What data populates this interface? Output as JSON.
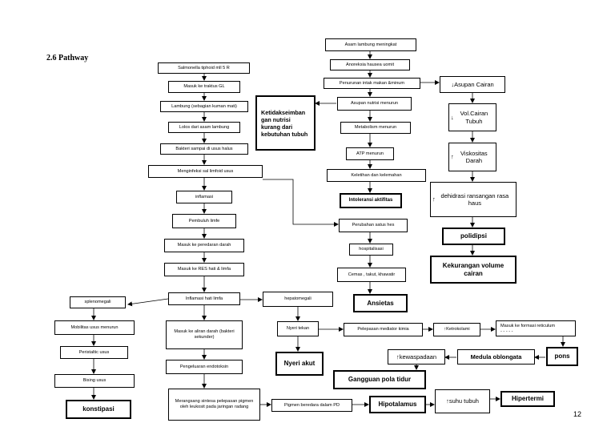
{
  "heading": "2.6 Pathway",
  "page_number": "12",
  "nodes": {
    "salmonella": "Salmonella tiphoid mll 5 R",
    "traktus": "Masuk ke traktus GL",
    "lambung": "Lambung (sebagian kuman mati)",
    "lolos": "Lolos dari asam lambung",
    "usus_halus": "Bakteri sampai di usus halus",
    "limfoid": "Menginfeksi sal limfoid usus",
    "inflamasi": "inflamasi",
    "pembuluh": "Pembuluh limfe",
    "peredaran": "Masuk ke peredaran darah",
    "res": "Masuk ke RES hati & limfa",
    "inflamasi_hati": "Inflamasi hati limfa",
    "splenomegali": "splenomegali",
    "mobilitas": "Mobilitas usus menurun",
    "peristaltic": "Peristaltic usus",
    "bising": "Bising usus",
    "konstipasi": "konstipasi",
    "aliran_darah": "Masuk ke aliran darah (bakteri sekunder)",
    "endotoksin": "Pengeluaran endotoksin",
    "merangsang": "Merangsang sintesa pelepasan pigmen oleh leukosit pada jaringan radang",
    "pigmen": "Pigmen beredara dalam PD",
    "hipotalamus": "Hipotalamus",
    "suhu": "suhu tubuh",
    "hipertermi": "Hipertermi",
    "hepatomegali": "hepatomegali",
    "nyeri_tekan": "Nyeri tekan",
    "nyeri_akut": "Nyeri akut",
    "mediator": "Pelepasan mediator kimia",
    "ketrokolami": "Ketrokolami",
    "formasi": "Masuk ke formasi reticulum",
    "formasi_dots": "- - - - -",
    "pons": "pons",
    "medula": "Medula oblongata",
    "kewaspadaan": "kewaspadaan",
    "gangguan": "Gangguan pola tidur",
    "asam": "Asam lambung meningkat",
    "anoreksia": "Anoreksia hausea uomit",
    "penurunan": "Penurunan intak makan &minum",
    "asupan_nutrisi": "Asupan nutrisi menurun",
    "metabolism": "Metabolism menurun",
    "atp": "ATP menurun",
    "keletihan": "Keletihan dan kelemahan",
    "intoleransi": "Intoleransi aktifitas",
    "perubahan": "Perubahan satus hes",
    "hospitalisasi": "hospitalisasi",
    "cemas": "Cemas , takut, khawatir",
    "ansietas": "Ansietas",
    "ketidakseimbangan": "Ketidakseimban gan nutrisi kurang dari kebutuhan tubuh",
    "asupan_cairan": "Asupan Cairan",
    "vol_cairan": "Vol.Cairan Tubuh",
    "viskositas": "Viskositas Darah",
    "dehidrasi": "dehidrasi ransangan rasa haus",
    "polidipsi": "polidipsi",
    "kekurangan": "Kekurangan volume cairan"
  },
  "arrow_marks": {
    "down": "↓",
    "up": "↑"
  }
}
